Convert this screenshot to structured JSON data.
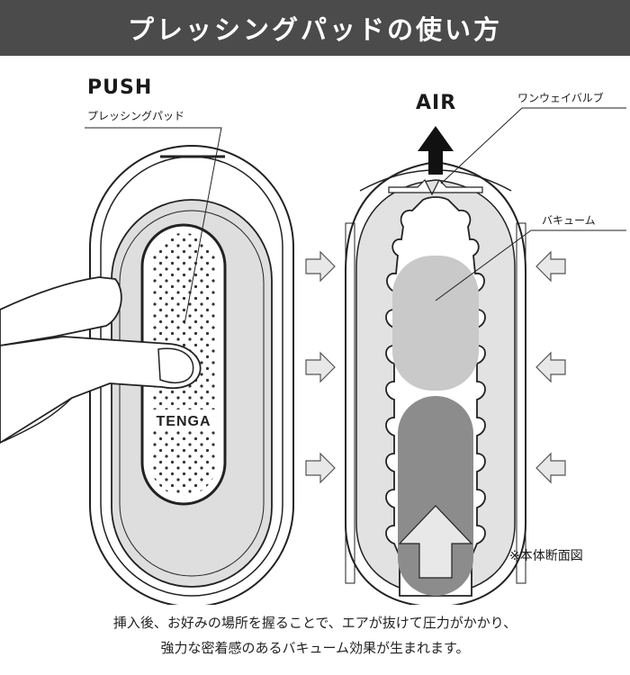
{
  "header": {
    "title": "プレッシングパッドの使い方"
  },
  "labels": {
    "push": "PUSH",
    "pressing_pad": "プレッシングパッド",
    "air": "AIR",
    "one_way_valve": "ワンウェイバルブ",
    "vacuum": "バキューム",
    "section_note": "※本体断面図",
    "brand_logo": "TENGA"
  },
  "caption": {
    "line1": "挿入後、お好みの場所を握ることで、エアが抜けて圧力がかかり、",
    "line2": "強力な密着感のあるバキューム効果が生まれます。"
  },
  "colors": {
    "header_bg": "#4b4b4b",
    "body_fill": "#e2e2e2",
    "vacuum_fill": "#c9c9c9",
    "dark_fill": "#8c8c8c",
    "arrow_fill": "#e8e8e8"
  }
}
